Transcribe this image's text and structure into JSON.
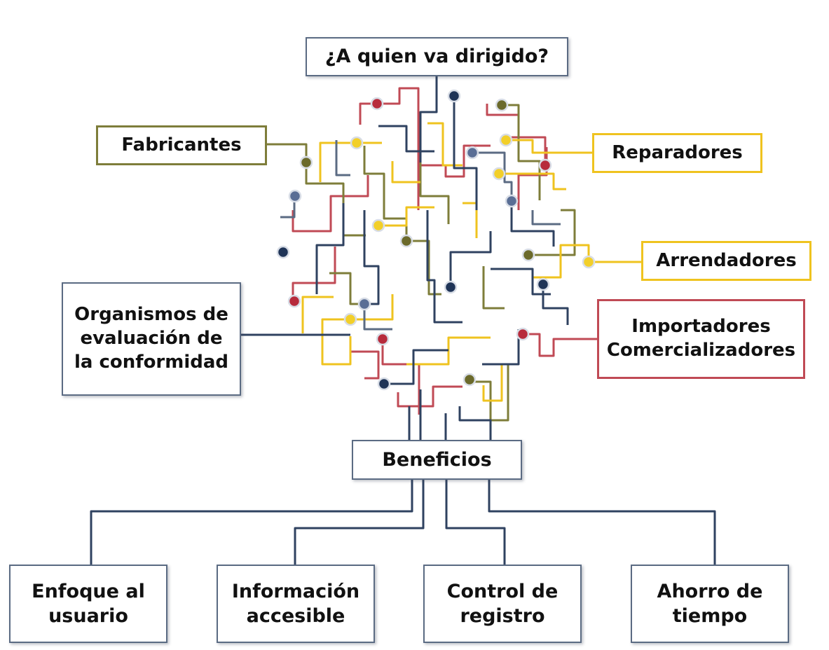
{
  "title": "¿A quien va dirigido?",
  "audiences": {
    "fabricantes": "Fabricantes",
    "reparadores": "Reparadores",
    "arrendadores": "Arrendadores",
    "organismos": [
      "Organismos de",
      "evaluación de",
      "la conformidad"
    ],
    "importadores": [
      "Importadores",
      "Comercializadores"
    ]
  },
  "benefits_title": "Beneficios",
  "benefits": [
    [
      "Enfoque al",
      "usuario"
    ],
    [
      "Información",
      "accesible"
    ],
    [
      "Control de",
      "registro"
    ],
    [
      "Ahorro de",
      "tiempo"
    ]
  ],
  "colors": {
    "navy": "#2f4260",
    "slate": "#5b6b83",
    "olive": "#7e7d3a",
    "yellow": "#efc31f",
    "red": "#c04a55",
    "olive_dot": "#6b6a2b",
    "red_dot": "#b72b3c",
    "navy_dot": "#1f3457",
    "slate_dot": "#5a6e95",
    "yellow_dot": "#f2cf2a"
  }
}
